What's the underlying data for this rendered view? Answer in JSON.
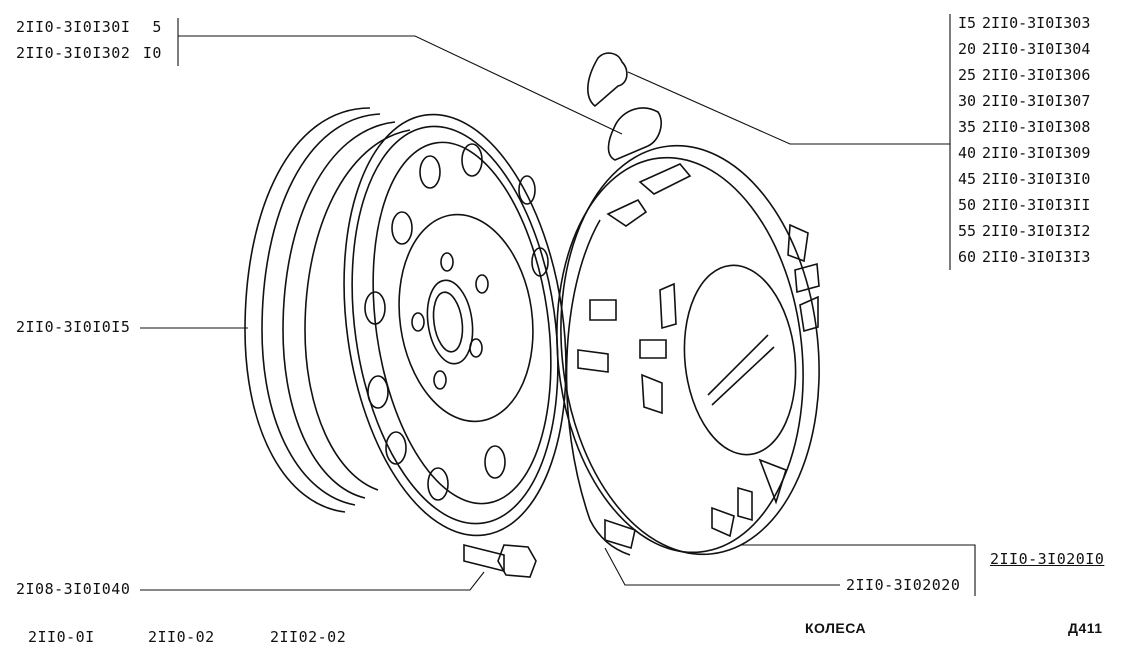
{
  "callouts": {
    "top_left": [
      {
        "part": "2II0-3I0I30I",
        "qty": "5"
      },
      {
        "part": "2II0-3I0I302",
        "qty": "I0"
      }
    ],
    "right_list": [
      {
        "qty": "I5",
        "part": "2II0-3I0I303"
      },
      {
        "qty": "20",
        "part": "2II0-3I0I304"
      },
      {
        "qty": "25",
        "part": "2II0-3I0I306"
      },
      {
        "qty": "30",
        "part": "2II0-3I0I307"
      },
      {
        "qty": "35",
        "part": "2II0-3I0I308"
      },
      {
        "qty": "40",
        "part": "2II0-3I0I309"
      },
      {
        "qty": "45",
        "part": "2II0-3I0I3I0"
      },
      {
        "qty": "50",
        "part": "2II0-3I0I3II"
      },
      {
        "qty": "55",
        "part": "2II0-3I0I3I2"
      },
      {
        "qty": "60",
        "part": "2II0-3I0I3I3"
      }
    ],
    "wheel": "2II0-3I0I0I5",
    "bolt": "2I08-3I0I040",
    "cap_outer": "2II0-3I020I0",
    "cap_inner": "2II0-3I02020"
  },
  "footer": {
    "models": [
      "2II0-0I",
      "2II0-02",
      "2II02-02"
    ],
    "section_title": "КОЛЕСА",
    "page_code": "Д411"
  }
}
